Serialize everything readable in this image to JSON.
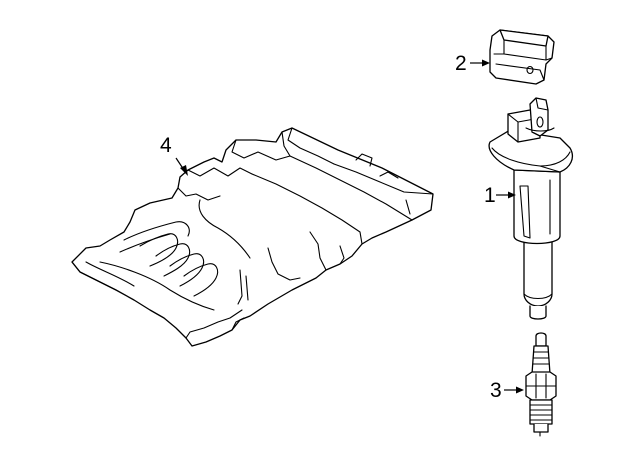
{
  "diagram": {
    "line_color": "#000000",
    "background_color": "#ffffff",
    "callouts": [
      {
        "id": "callout-1",
        "label": "1",
        "part": "ignition-coil"
      },
      {
        "id": "callout-2",
        "label": "2",
        "part": "connector-cap"
      },
      {
        "id": "callout-3",
        "label": "3",
        "part": "spark-plug"
      },
      {
        "id": "callout-4",
        "label": "4",
        "part": "engine-cover"
      }
    ]
  }
}
